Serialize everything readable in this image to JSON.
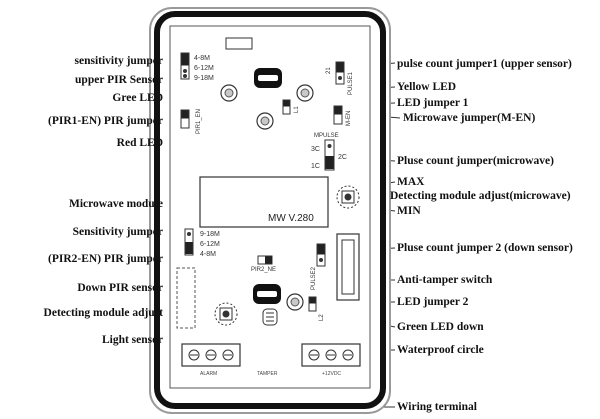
{
  "left_labels": [
    "sensitivity jumper",
    "upper PIR Sensor",
    "Gree LED",
    "(PIR1-EN) PIR jumper",
    "Red LED",
    "Microwave module",
    "Sensitivity jumper",
    "(PIR2-EN) PIR jumper",
    "Down PIR sensor",
    "Detecting module adjust",
    "Light sensor"
  ],
  "right_labels": [
    "pulse count jumper1 (upper sensor)",
    "Yellow LED",
    "LED jumper 1",
    "Microwave jumper(M-EN)",
    "Pluse count jumper(microwave)",
    "MAX",
    "Detecting module adjust(microwave)",
    "MIN",
    "Pluse count jumper 2 (down sensor)",
    "Anti-tamper switch",
    "LED jumper 2",
    "Green LED down",
    "Waterproof circle",
    "Wiring terminal"
  ],
  "board_text": {
    "sens_upper": [
      "4-8M",
      "6-12M",
      "9-18M"
    ],
    "sens_lower": [
      "9-18M",
      "6-12M",
      "4-8M"
    ],
    "pir1": "PIR1_EN",
    "pir2": "PIR2_NE",
    "pulse1_top": "21",
    "pulse1_side": "PULSE1",
    "l1": "L1",
    "men": "M-EN",
    "mpulse": "MPULSE",
    "mpulse_3c": "3C",
    "mpulse_1c": "1C",
    "mpulse_2c": "2C",
    "module": "MW  V.280",
    "pulse2": "PULSE2",
    "l2": "L2",
    "terminal_left": "ALARM",
    "terminal_mid": "TAMPER",
    "terminal_right": "+12VDC"
  }
}
